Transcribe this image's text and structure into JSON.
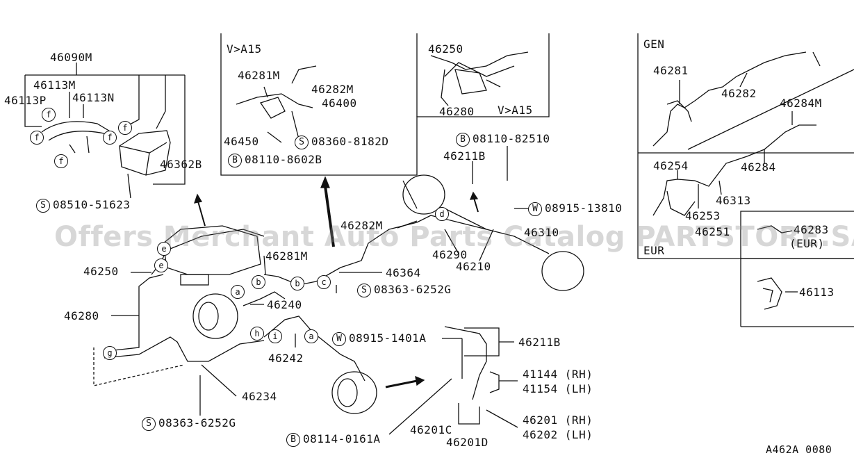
{
  "watermark": "Offers Merchant Auto Parts Catalog PARTSTORE.SA",
  "footer_code": "A462A 0080",
  "insets": {
    "va15_top": "V>A15",
    "va15_mid": "V>A15",
    "gen": "GEN",
    "eur_region": "EUR"
  },
  "labels": {
    "p46090M": "46090M",
    "p46113M": "46113M",
    "p46113P": "46113P",
    "p46113N": "46113N",
    "p46362B": "46362B",
    "s08510": "08510-51623",
    "p46281M_inset": "46281M",
    "p46282M_inset": "46282M",
    "p46400": "46400",
    "p46450": "46450",
    "s08360": "08360-8182D",
    "b08110_8602B": "08110-8602B",
    "p46250_inset": "46250",
    "p46280_inset": "46280",
    "p46281": "46281",
    "p46282": "46282",
    "p46284M": "46284M",
    "p46254": "46254",
    "p46284": "46284",
    "p46313": "46313",
    "p46253": "46253",
    "p46251": "46251",
    "p46283": "46283",
    "eur_tag": "(EUR)",
    "p46113": "46113",
    "b08110_82510": "08110-82510",
    "p46211B_top": "46211B",
    "w08915_13810": "08915-13810",
    "p46282M": "46282M",
    "p46310": "46310",
    "p46290": "46290",
    "p46210": "46210",
    "p46364": "46364",
    "s08363_top": "08363-6252G",
    "p46281M": "46281M",
    "p46250": "46250",
    "p46240": "46240",
    "p46280": "46280",
    "p46242": "46242",
    "p46234": "46234",
    "s08363_bottom": "08363-6252G",
    "w08915_1401A": "08915-1401A",
    "p46211B": "46211B",
    "p41144": "41144 (RH)",
    "p41154": "41154 (LH)",
    "p46201": "46201 (RH)",
    "p46202": "46202 (LH)",
    "p46201C": "46201C",
    "p46201D": "46201D",
    "b08114": "08114-0161A"
  },
  "symbols": {
    "S": "S",
    "B": "B",
    "W": "W",
    "f": "f",
    "a": "a",
    "b": "b",
    "c": "c",
    "d": "d",
    "e": "e",
    "g": "g",
    "h": "h",
    "i": "i"
  }
}
